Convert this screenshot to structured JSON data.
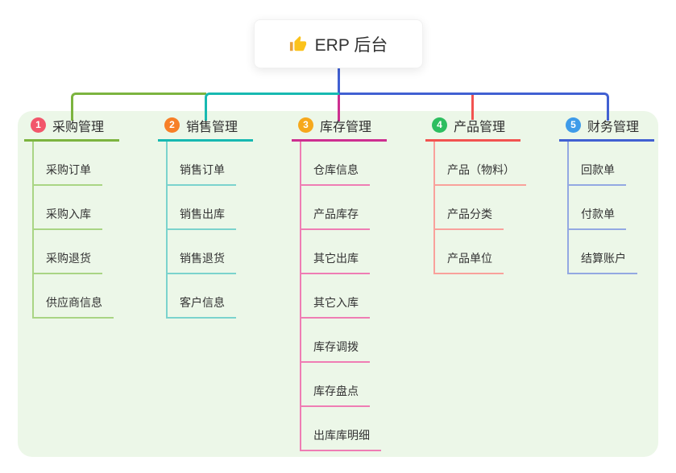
{
  "root": {
    "label": "ERP 后台",
    "icon": "thumbs-up-icon",
    "icon_color": "#fbc21b",
    "icon_cuff_color": "#e9a13b",
    "card_background": "#ffffff",
    "text_color": "#333333"
  },
  "canvas": {
    "background": "#ffffff",
    "panel_background": "#ecf7e8"
  },
  "connector_color": "#4160d2",
  "branches": [
    {
      "badge": "1",
      "badge_color": "#f2566b",
      "title": "采购管理",
      "line_color": "#7cb43f",
      "light_color": "#a9d584",
      "children": [
        "采购订单",
        "采购入库",
        "采购退货",
        "供应商信息"
      ]
    },
    {
      "badge": "2",
      "badge_color": "#f77f27",
      "title": "销售管理",
      "line_color": "#17b9b1",
      "light_color": "#7bd3cd",
      "children": [
        "销售订单",
        "销售出库",
        "销售退货",
        "客户信息"
      ]
    },
    {
      "badge": "3",
      "badge_color": "#f6a81c",
      "title": "库存管理",
      "line_color": "#cd2f90",
      "light_color": "#ef7db4",
      "children": [
        "仓库信息",
        "产品库存",
        "其它出库",
        "其它入库",
        "库存调拨",
        "库存盘点",
        "出库库明细"
      ]
    },
    {
      "badge": "4",
      "badge_color": "#2ebe60",
      "title": "产品管理",
      "line_color": "#f25350",
      "light_color": "#f9a19b",
      "children": [
        "产品（物料）",
        "产品分类",
        "产品单位"
      ]
    },
    {
      "badge": "5",
      "badge_color": "#3e9be9",
      "title": "财务管理",
      "line_color": "#4160d2",
      "light_color": "#93a8e2",
      "children": [
        "回款单",
        "付款单",
        "结算账户"
      ]
    }
  ]
}
